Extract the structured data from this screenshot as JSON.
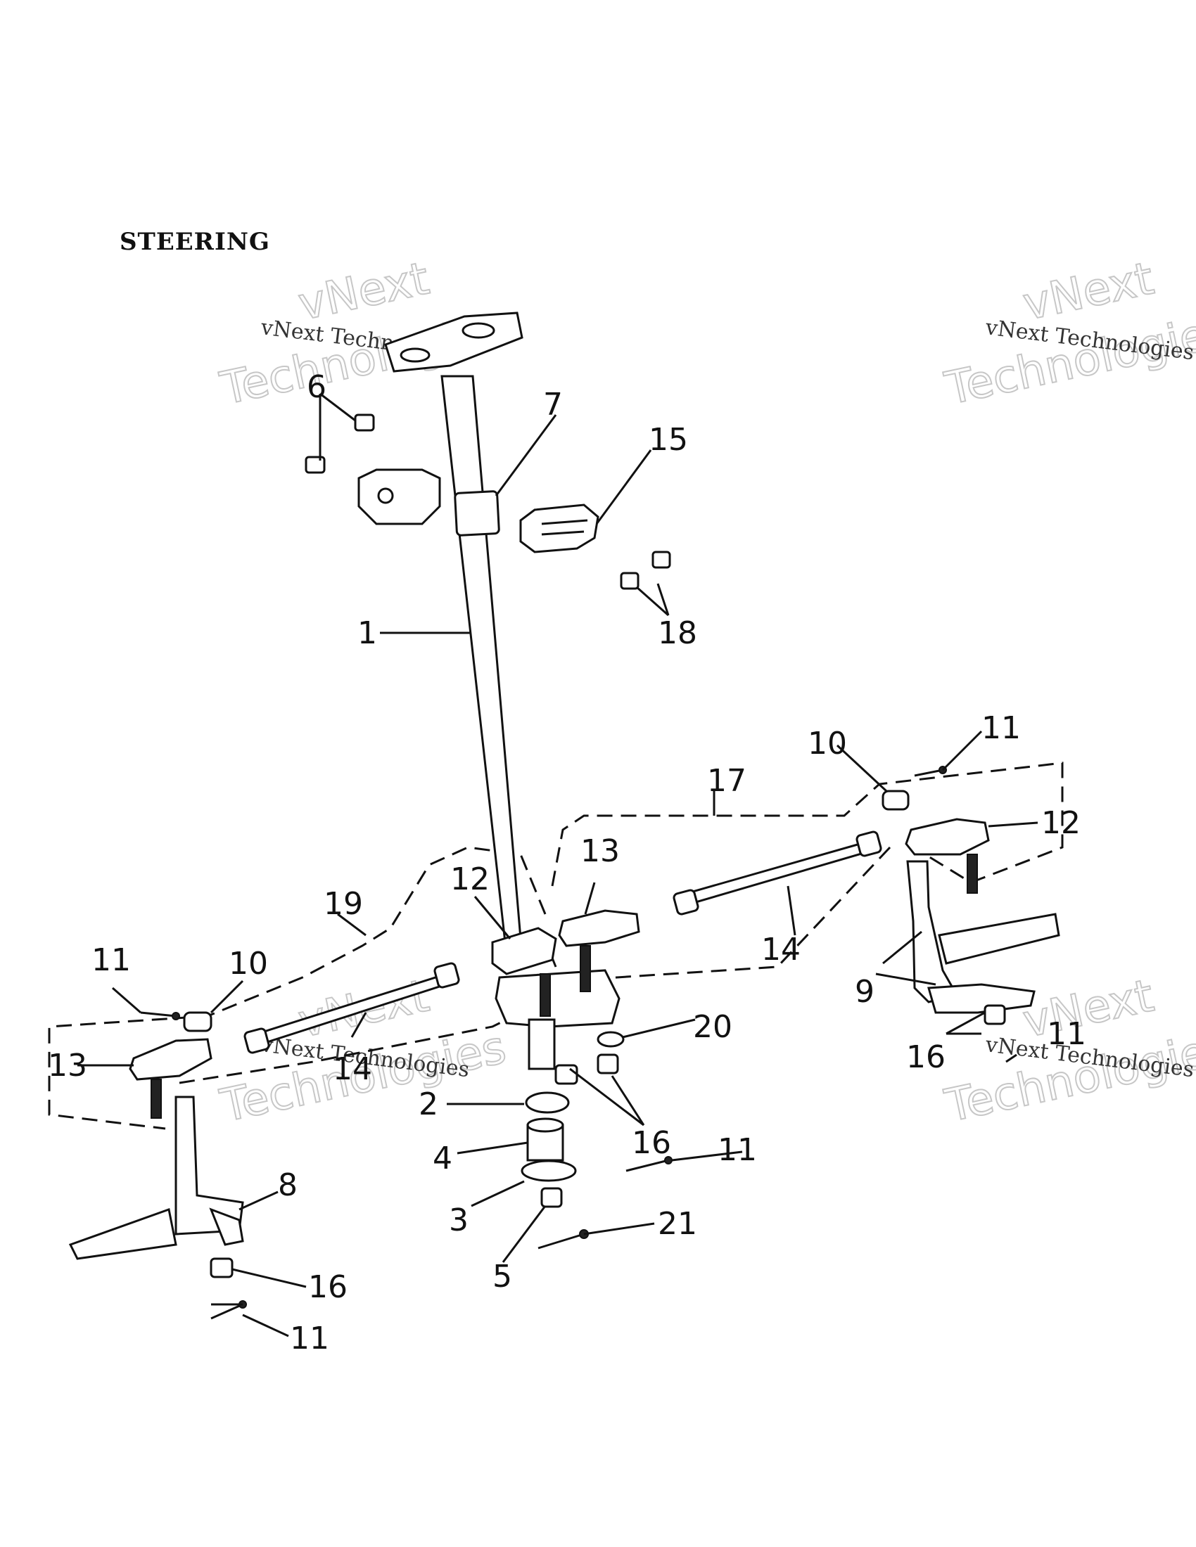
{
  "title": "STEERING",
  "watermark": {
    "small_text": "vNext Technologies",
    "big_line1": "vNext",
    "big_line2": "Technologies"
  },
  "callouts": {
    "c1": "1",
    "c2": "2",
    "c3": "3",
    "c4": "4",
    "c5": "5",
    "c6": "6",
    "c7": "7",
    "c8": "8",
    "c9": "9",
    "c10_left": "10",
    "c10_right": "10",
    "c11_left": "11",
    "c11_right_top": "11",
    "c11_center": "11",
    "c11_bottom": "11",
    "c11_right_bottom": "11",
    "c12_center": "12",
    "c12_right": "12",
    "c13_left": "13",
    "c13_center": "13",
    "c14_left": "14",
    "c14_right": "14",
    "c15": "15",
    "c16_center": "16",
    "c16_right": "16",
    "c16_left": "16",
    "c17": "17",
    "c18": "18",
    "c19": "19",
    "c20": "20",
    "c21": "21"
  }
}
